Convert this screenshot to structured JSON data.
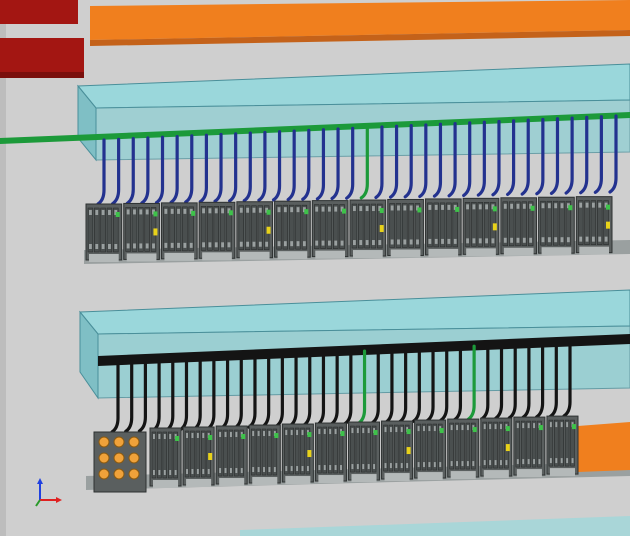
{
  "scene": {
    "description_visible_text": "",
    "colors": {
      "background": "#cfcfcf",
      "wall_light": "#d8d8d8",
      "red_panel": "#a31612",
      "orange_rail": "#f07f1e",
      "duct": "#8fcfd3",
      "duct_edge": "#4a8f9a",
      "green_wire": "#1c9a3a",
      "blue_wire": "#23328f",
      "black_wire": "#141414",
      "terminal": "#5a5f5f",
      "terminal_dark": "#2e3232",
      "terminal_light": "#9aa0a0",
      "yellow_marker": "#e8d21a",
      "green_marker": "#3ec24a",
      "orange_block": "#f0a23a"
    },
    "axis_gizmo": {
      "icon": "axis-triad-icon",
      "x_color": "#e02020",
      "y_color": "#2a9a2a",
      "z_color": "#2040e0"
    },
    "rows": [
      {
        "name": "upper-terminal-row",
        "wire_color": "blue",
        "terminal_groups": 14
      },
      {
        "name": "lower-terminal-row",
        "wire_color": "black",
        "terminal_groups": 13
      }
    ]
  }
}
